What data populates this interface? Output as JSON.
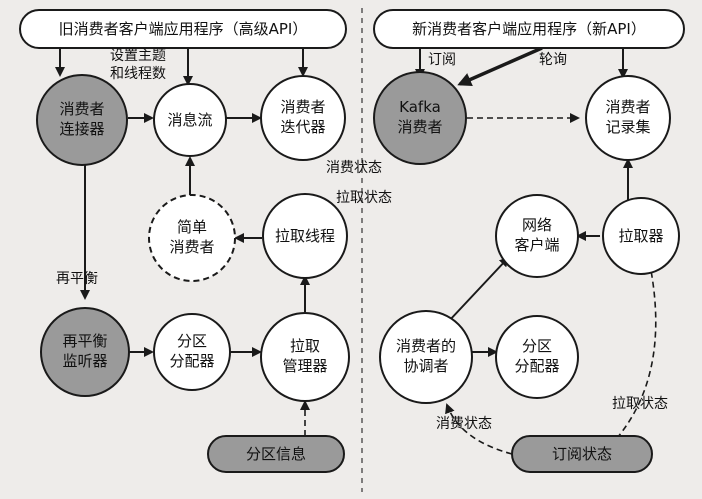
{
  "left": {
    "app_title": "旧消费者客户端应用程序（高级API）",
    "connector": [
      "消费者",
      "连接器"
    ],
    "stream": [
      "消息流"
    ],
    "iterator": [
      "消费者",
      "迭代器"
    ],
    "simple_consumer": [
      "简单",
      "消费者"
    ],
    "fetcher_thread": [
      "拉取线程"
    ],
    "rebalance_listener": [
      "再平衡",
      "监听器"
    ],
    "partition_assignor": [
      "分区",
      "分配器"
    ],
    "fetch_manager": [
      "拉取",
      "管理器"
    ],
    "partition_info": "分区信息",
    "label_topic_threads": [
      "设置主题",
      "和线程数"
    ],
    "label_rebalance": "再平衡"
  },
  "right": {
    "app_title": "新消费者客户端应用程序（新API）",
    "kafka_consumer": [
      "Kafka",
      "消费者"
    ],
    "consumer_records": [
      "消费者",
      "记录集"
    ],
    "network_client": [
      "网络",
      "客户端"
    ],
    "fetcher": [
      "拉取器"
    ],
    "coordinator": [
      "消费者的",
      "协调者"
    ],
    "partition_assignor": [
      "分区",
      "分配器"
    ],
    "subscription_state": "订阅状态",
    "label_subscribe": "订阅",
    "label_poll": "轮询",
    "label_consume_state": "消费状态",
    "label_fetch_state": "拉取状态",
    "label_consume_state_2": "消费状态",
    "label_fetch_state_2": "拉取状态"
  }
}
